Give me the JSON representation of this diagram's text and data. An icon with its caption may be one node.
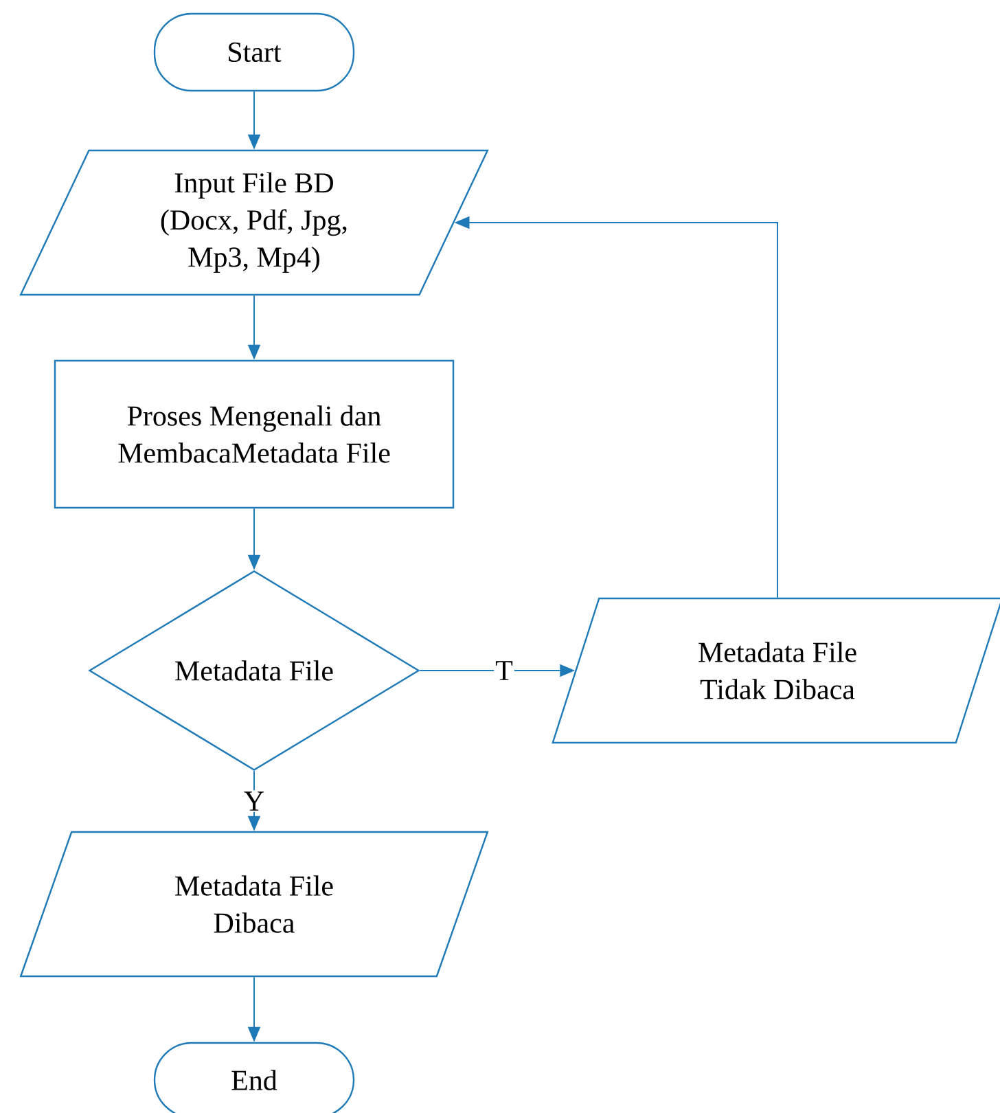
{
  "diagram": {
    "nodes": [
      {
        "text": [
          "Start"
        ]
      },
      {
        "text": [
          "Input File BD (Docx, Pdf, Jpg, Mp3, Mp4)"
        ]
      },
      {
        "text": [
          "Proses Mengenali dan MembacaMetadata File"
        ]
      },
      {
        "text": [
          "Metadata File"
        ]
      },
      {
        "text": [
          "Metadata File Tidak Dibaca"
        ]
      },
      {
        "text": [
          "Metadata File Dibaca"
        ]
      },
      {
        "text": [
          "End"
        ]
      }
    ],
    "edges": [
      {
        "from": 0,
        "to": 1,
        "arrow": "to"
      },
      {
        "from": 1,
        "to": 2,
        "arrow": "to"
      },
      {
        "from": 2,
        "to": 3,
        "arrow": "to"
      },
      {
        "from": 3,
        "to": 4,
        "arrow": "to",
        "label": "T"
      },
      {
        "from": 3,
        "to": 5,
        "arrow": "to",
        "label": "Y"
      },
      {
        "from": 4,
        "to": 1,
        "arrow": "to"
      },
      {
        "from": 5,
        "to": 6,
        "arrow": "to"
      }
    ]
  }
}
